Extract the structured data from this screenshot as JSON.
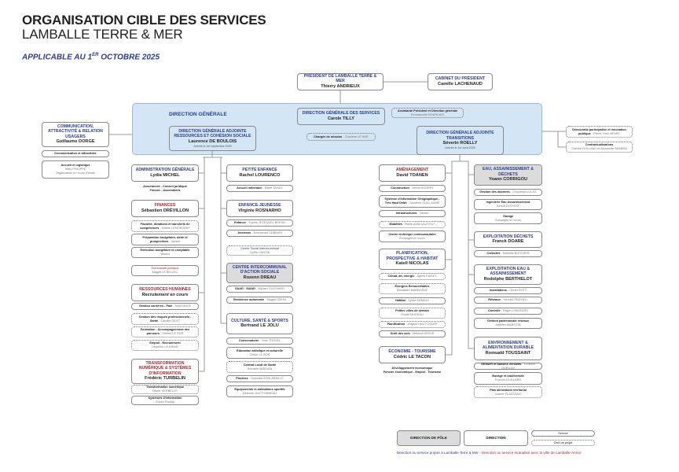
{
  "header": {
    "title": "ORGANISATION CIBLE DES SERVICES",
    "subtitle": "LAMBALLE TERRE & MER",
    "applicable_prefix": "APPLICABLE AU 1",
    "applicable_sup": "ER",
    "applicable_suffix": " OCTOBRE 2025"
  },
  "president": {
    "title": "PRÉSIDENT DE LAMBALLE TERRE & MER",
    "name": "Thierry ANDRIEUX"
  },
  "cabinet": {
    "title": "CABINET DU PRÉSIDENT",
    "name": "Camille LACHENAUD"
  },
  "dg": {
    "label": "DIRECTION GÉNÉRALE",
    "dgs": {
      "title": "DIRECTION GÉNÉRALE DES SERVICES",
      "name": "Carole TILLY"
    },
    "assistante": {
      "label": "Assistante Président et Direction générale",
      "person": "Emmanuelle BOURDAIS"
    },
    "chargee": {
      "label": "Chargée de mission",
      "person": "Charlène LE NUÉ"
    },
    "dga_ressources": {
      "title": "DIRECTION GÉNÉRALE ADJOINTE RESSOURCES ET COHÉSION SOCIALE",
      "name": "Laurence DE BOULOIS",
      "note": "Arrivée le 1er septembre 2025"
    },
    "dga_transitions": {
      "title": "DIRECTION GÉNÉRALE ADJOINTE TRANSITIONS",
      "name": "Séverin ROELLY",
      "note": "Arrivée le 1er août 2025"
    }
  },
  "communication": {
    "title": "COMMUNICATION, ATTRACTIVITÉ & RELATION USAGERS",
    "name": "Guillaume DORGE",
    "item1": "Communication et attractivité",
    "accueil": {
      "label": "Accueil et logistique",
      "person": "Nelly PHILIPPE",
      "note": "Organisation en cours d'étude"
    }
  },
  "right": {
    "democratie": {
      "label": "Démocratie participative et innovation publique",
      "person": "Pierre-Yves HENRY"
    },
    "contract": {
      "label": "Contractualisations",
      "person": "Camille ROLLAND et Alexandre BAABRA"
    }
  },
  "col1": {
    "admin": {
      "title": "ADMINISTRATION GÉNÉRALE",
      "name": "Lydia MICHEL",
      "note1": "Assurances - Conseil juridique",
      "note2": "Foncier - Assemblées"
    },
    "finances": {
      "title": "FINANCES",
      "name": "Sébastien DRÉVILLON",
      "items": [
        {
          "label": "Fiscalité, dotations et transferts de compétences",
          "person": "Maëlle LEMORDANT"
        },
        {
          "label": "Préparation budgétaire, dette et prospectives",
          "person": "Vacant"
        },
        {
          "label": "Exécution budgétaire et comptable",
          "person": "Vacant"
        }
      ]
    },
    "commande": {
      "label": "Commande publique",
      "person": "Magali LE BELLEC"
    },
    "rh": {
      "title": "RESSOURCES HUMAINES",
      "name": "Recrutement en cours",
      "items": [
        {
          "label": "Gestion carrières - Paie",
          "person": "Anita MACÉ"
        },
        {
          "label": "Gestion des risques professionnels - Santé",
          "person": "Camille GILET"
        },
        {
          "label": "Formation - Accompagnement des parcours",
          "person": "Hélène LE RUR"
        },
        {
          "label": "Emploi - Recrutement",
          "person": "Delphine LE BIHAN"
        }
      ]
    },
    "numerique": {
      "title": "TRANSFORMATION NUMÉRIQUE & SYSTÈMES D'INFORMATION",
      "name": "Frédéric TURBELIN",
      "items": [
        {
          "label": "Transformation numérique",
          "person": "Olivier HERBELOT"
        },
        {
          "label": "Systèmes d'information",
          "person": "Erwan Rouaty"
        }
      ]
    }
  },
  "col2": {
    "petite": {
      "title": "PETITE ENFANCE",
      "name": "Rachel LOURENCO",
      "items": [
        {
          "label": "Accueil individuel",
          "person": "Marie TANDY"
        }
      ]
    },
    "enfance": {
      "title": "ENFANCE-JEUNESSE",
      "name": "Virginie ROSNARHO",
      "items": [
        {
          "label": "Enfance",
          "person": "Sophie JEZEQUEL BREND"
        },
        {
          "label": "Jeunesse",
          "person": "Emmanuel OUBINAS"
        }
      ]
    },
    "centre_social": {
      "label": "Centre Social Intercommunal",
      "person": "Cyrille CANTIN"
    },
    "cias": {
      "title": "CENTRE INTERCOMMUNAL D'ACTION SOCIALE",
      "name": "Rozenn DREAU",
      "items": [
        {
          "label": "SAAD - SIAAD",
          "person": "Myriam GUICHARD"
        },
        {
          "label": "Résidence autonomie",
          "person": "Magali LIMON"
        }
      ]
    },
    "culture": {
      "title": "CULTURE, SANTÉ & SPORTS",
      "name": "Bertrand LE JOLU",
      "items": [
        {
          "label": "Conservatoire",
          "person": "Yves TROVEL"
        },
        {
          "label": "Éducation artistique et culturelle",
          "person": "Céline LE BON"
        },
        {
          "label": "Contrat Local de Santé",
          "person": "Romane MORVAN"
        },
        {
          "label": "Piscines",
          "person": "Gwendal SOULABAILLE"
        },
        {
          "label": "Équipements et animations sportifs",
          "person": "Déborah GUITTONNEAU"
        }
      ]
    }
  },
  "col3": {
    "amenagement": {
      "title": "AMÉNAGEMENT",
      "name": "David TOANEN",
      "items": [
        {
          "label": "Construction",
          "person": "Hervé NOURRY"
        },
        {
          "label": "Système d'Information Géographique - Très Haut Débit",
          "person": "Sandrine GUILLAUME"
        },
        {
          "label": "Infrastructures",
          "person": "Vacant"
        },
        {
          "label": "Mobilités",
          "person": "Marie-Anne LAUTOUT"
        },
        {
          "label": "Centre technique communautaire",
          "person": "Échanges en cours"
        }
      ]
    },
    "planification": {
      "title": "PLANIFICATION, PROSPECTIVE & HABITAT",
      "name": "Katell NICOLAS",
      "items": [
        {
          "label": "Climat, air, énergie",
          "person": "Agnès FAISET"
        },
        {
          "label": "Énergies Renouvelables",
          "person": "Sébastien MARBOEUF"
        },
        {
          "label": "Habitat",
          "person": "Sylvie AUBAUD"
        },
        {
          "label": "Petites villes de demain",
          "person": "Élodie MOREAU"
        },
        {
          "label": "Planification",
          "person": "Virginie HAUTCHAMP"
        },
        {
          "label": "Droit des sols",
          "person": "Maxime HERVÉ"
        }
      ]
    },
    "economie": {
      "title": "ÉCONOMIE - TOURISME",
      "name": "Cédric LE TACON",
      "note1": "Développement économique",
      "note2": "Foncier économique - Emploi - Tourisme"
    }
  },
  "col4": {
    "eau": {
      "title": "EAU, ASSAINISSEMENT & DÉCHETS",
      "name": "Yoann CORRIGOU",
      "items": [
        {
          "label": "Gestion des abonnés",
          "person": "Chrystelle LUCAS"
        },
        {
          "label": "Ingénierie Eau Assainissement",
          "person": "Benoît DUTHOIT"
        },
        {
          "label": "Garage",
          "person": "Échanges en cours"
        }
      ]
    },
    "dechets": {
      "title": "EXPLOITATION DÉCHETS",
      "name": "Franck DOARE",
      "items": [
        {
          "label": "Collectes",
          "person": "Nathalie BOSCHER"
        }
      ]
    },
    "exploit_eau": {
      "title": "EXPLOITATION EAU & ASSAINISSEMENT",
      "name": "Rodolphe BERTHELOT",
      "items": [
        {
          "label": "Installations",
          "person": "Olivier BOTT"
        },
        {
          "label": "Réseaux",
          "person": "Yannick PRZYBYL"
        },
        {
          "label": "Contrôle",
          "person": "Régis LONGEARD"
        },
        {
          "label": "Gestion patrimoniale réseaux",
          "person": "Mathieu MAROTIN"
        }
      ]
    },
    "environnement": {
      "title": "ENVIRONNEMENT & ALIMENTATION DURABLE",
      "name": "Romuald TOUSSAINT",
      "items": [
        {
          "label": "GEMAPI et bassins versants",
          "person": "Coraline DUÉGAN"
        },
        {
          "label": "Bocage et biodiversité",
          "person": "Rozenn GUILLARD"
        },
        {
          "label": "Plan alimentaire territorial",
          "person": "Justine PLASSSAIS"
        }
      ]
    }
  },
  "legend": {
    "pole": "DIRECTION DE PÔLE",
    "direction": "DIRECTION",
    "service": "Service",
    "chef": "Chef de projet",
    "own": "Direction ou service propre à Lamballe Terre & Mer",
    "sep": " - ",
    "shared": "Direction ou service mutualisé avec la ville de Lamballe-Armor"
  },
  "colors": {
    "blue": "#2d3c95",
    "red": "#b3262c",
    "panel": "#d4e5f6",
    "pole": "#dcdcdc"
  }
}
